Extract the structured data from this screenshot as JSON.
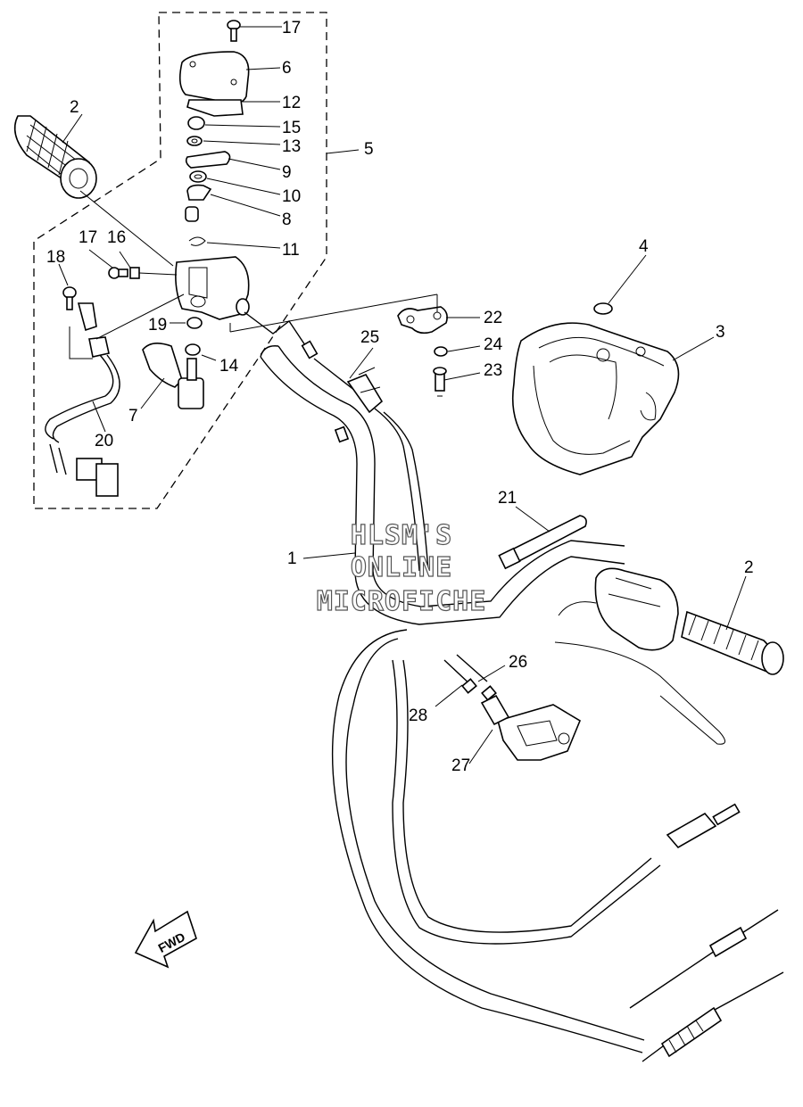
{
  "callouts": {
    "c1": "1",
    "c2a": "2",
    "c2b": "2",
    "c3": "3",
    "c4": "4",
    "c5": "5",
    "c6": "6",
    "c7": "7",
    "c8": "8",
    "c9": "9",
    "c10": "10",
    "c11": "11",
    "c12": "12",
    "c13": "13",
    "c14": "14",
    "c15": "15",
    "c16": "16",
    "c17a": "17",
    "c17b": "17",
    "c18": "18",
    "c19": "19",
    "c20": "20",
    "c21": "21",
    "c22": "22",
    "c23": "23",
    "c24": "24",
    "c25": "25",
    "c26": "26",
    "c27": "27",
    "c28": "28"
  },
  "watermark": {
    "line1": "HLSM'S",
    "line2": "ONLINE",
    "line3": "MICROFICHE"
  },
  "fwd_label": "FWD",
  "colors": {
    "line": "#000000",
    "background": "#ffffff"
  }
}
